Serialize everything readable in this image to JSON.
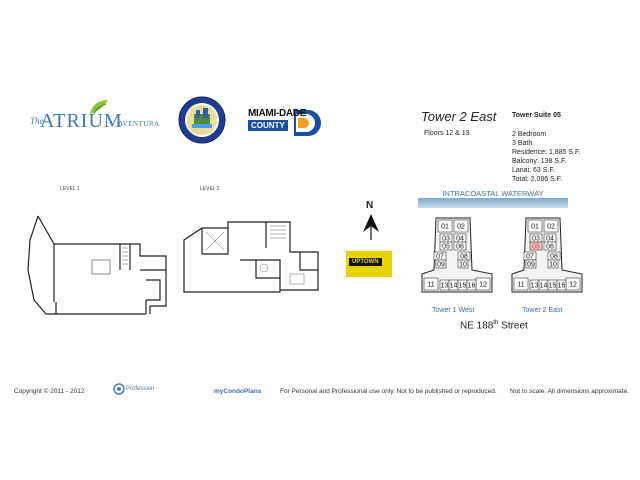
{
  "logos": {
    "atrium_the": "The",
    "atrium_name": "ATRIUM",
    "atrium_sub": "AVENTURA",
    "md_top": "MIAMI-DADE",
    "md_county": "COUNTY",
    "brand_blue": "#1b4e9b"
  },
  "header": {
    "tower_title": "Tower 2 East",
    "floors": "Floors 12 & 13",
    "suite": "Tower Suite 05",
    "specs": [
      "2 Bedroom",
      "3 Bath",
      "Residence: 1,885 S.F.",
      "Balcony: 138 S.F.",
      "Lanai: 63 S.F.",
      "Total: 2,086 S.F."
    ]
  },
  "plans": {
    "level1": "LEVEL 1",
    "level2": "LEVEL 2"
  },
  "site": {
    "waterway": "INTRACOASTAL WATERWAY",
    "north": "N",
    "uptown": "UPTOWN",
    "tower1_label": "Tower 1 West",
    "tower2_label": "Tower 2 East",
    "street_prefix": "NE 188",
    "street_sup": "th",
    "street_suffix": " Street",
    "units": [
      "01",
      "02",
      "03",
      "04",
      "05",
      "06",
      "07",
      "08",
      "09",
      "10",
      "11",
      "12",
      "13",
      "14",
      "15",
      "16"
    ],
    "highlight_color": "#d83a3a"
  },
  "footer": {
    "copyright": "Copyright © 2011 - 2012",
    "profile_logo": "Profession",
    "mycondo": "myCondoPlans",
    "notice": "For Personal and Professional use only. Not to be published or reproduced.",
    "scale": "Not to scale. All dimensions approximate."
  }
}
